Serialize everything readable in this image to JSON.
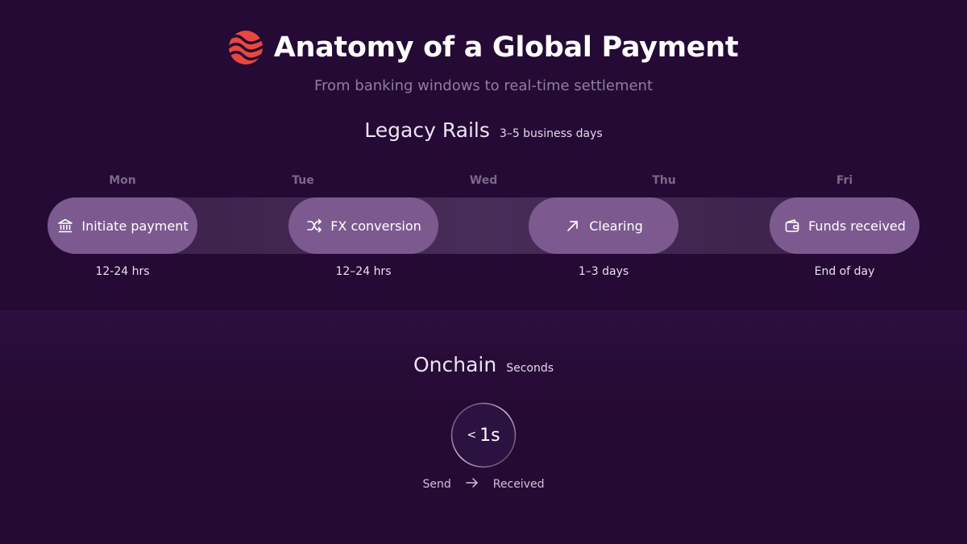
{
  "header": {
    "logo_icon": "sei-wave-logo-icon",
    "title": "Anatomy of a Global Payment",
    "subtitle": "From banking windows to real-time settlement"
  },
  "legacy": {
    "title": "Legacy Rails",
    "note": "3–5 business days",
    "days": [
      "Mon",
      "Tue",
      "Wed",
      "Thu",
      "Fri"
    ],
    "steps": [
      {
        "icon": "bank-icon",
        "label": "Initiate payment",
        "duration": "12-24 hrs"
      },
      {
        "icon": "shuffle-icon",
        "label": "FX conversion",
        "duration": "12–24 hrs"
      },
      {
        "icon": "arrow-up-right-icon",
        "label": "Clearing",
        "duration": "1–3 days"
      },
      {
        "icon": "wallet-icon",
        "label": "Funds received",
        "duration": "End of day"
      }
    ]
  },
  "onchain": {
    "title": "Onchain",
    "note": "Seconds",
    "timer_prefix": "<",
    "timer_value": "1s",
    "send_label": "Send",
    "arrow_icon": "arrow-right-icon",
    "received_label": "Received"
  },
  "colors": {
    "background": "#240a34",
    "pill": "#7c5a8f",
    "logo": "#e8483f"
  }
}
